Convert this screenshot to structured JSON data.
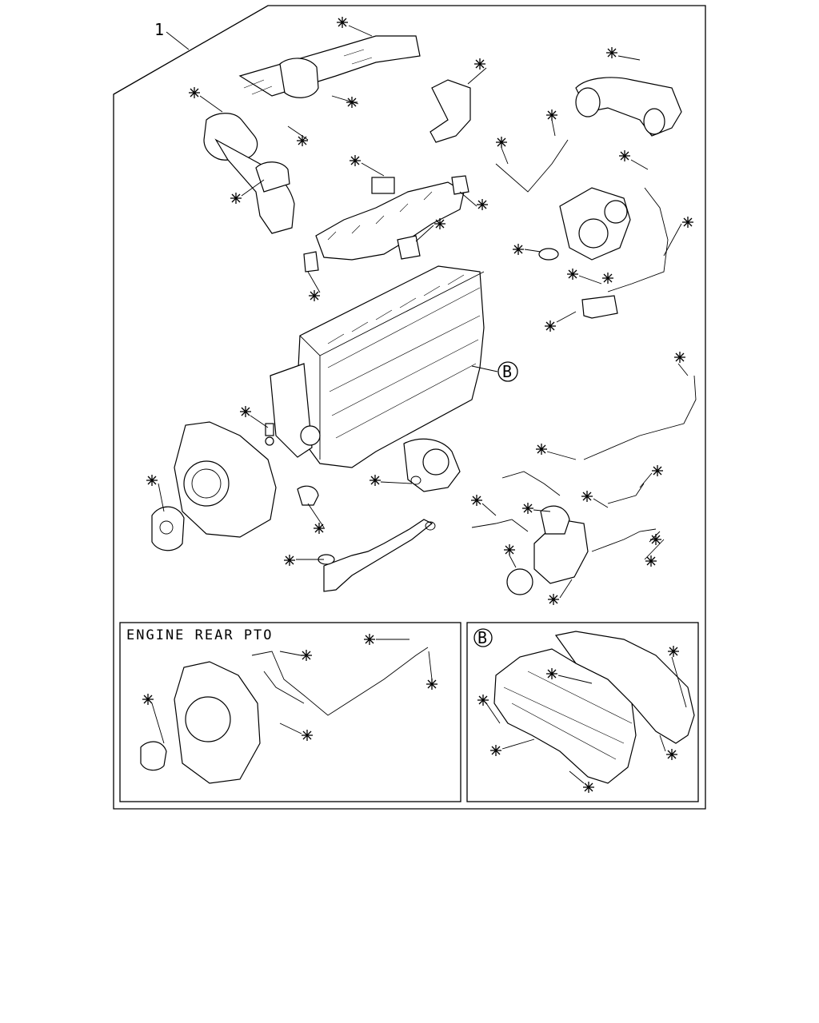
{
  "callout_main": "1",
  "callout_b": "B",
  "inset_left_title": "ENGINE REAR PTO",
  "inset_right_label": "B",
  "marker_icon": "asterisk-marker-icon"
}
